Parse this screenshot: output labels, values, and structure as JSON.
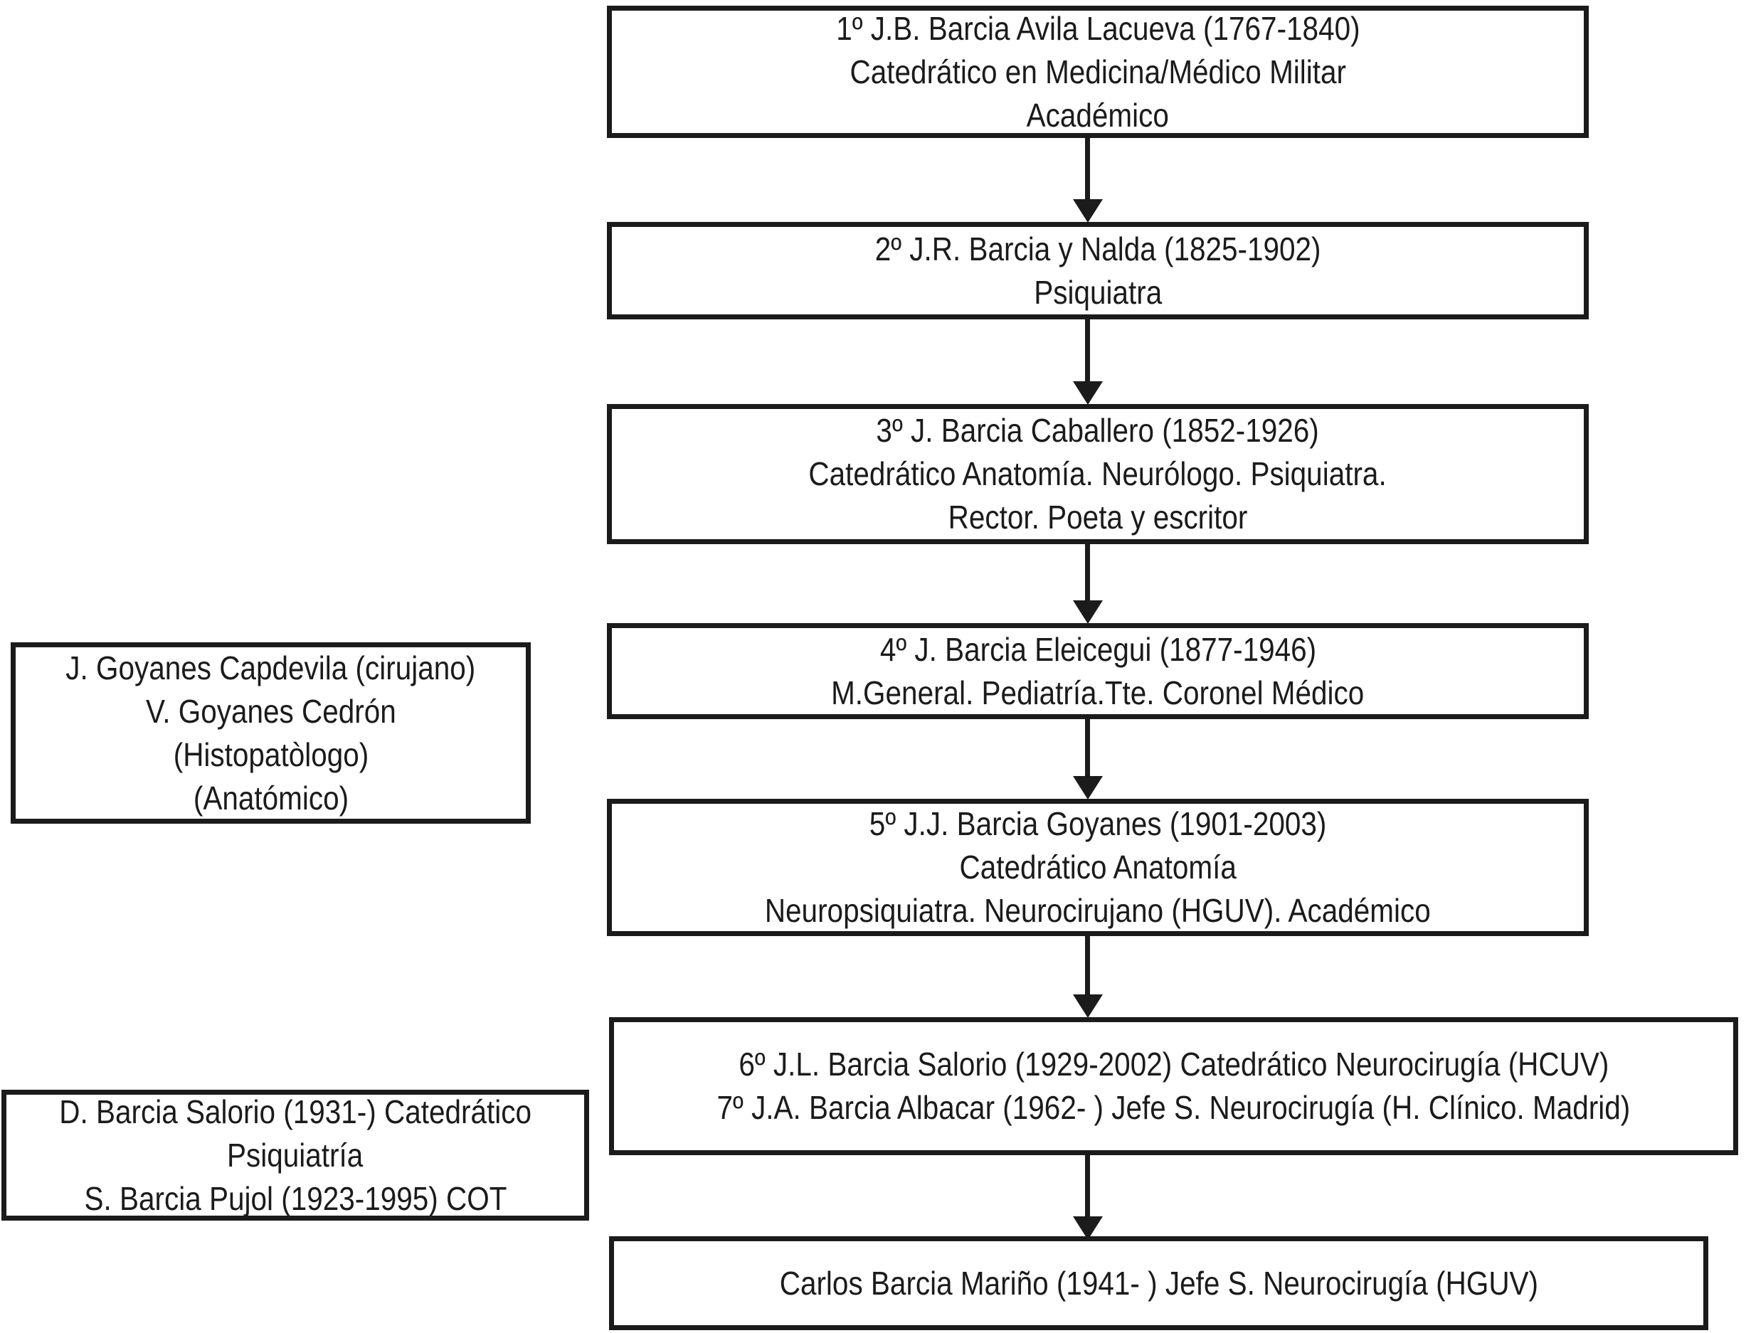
{
  "diagram": {
    "type": "flowchart-genealogy",
    "background_color": "#ffffff",
    "ink_color": "#1b1b1b",
    "main_boxes": [
      {
        "id": "generation-1",
        "lines": [
          "1º J.B. Barcia Avila Lacueva (1767-1840)",
          "Catedrático en Medicina/Médico Militar",
          "Académico"
        ]
      },
      {
        "id": "generation-2",
        "lines": [
          "2º J.R. Barcia y Nalda (1825-1902)",
          "Psiquiatra"
        ]
      },
      {
        "id": "generation-3",
        "lines": [
          "3º J. Barcia Caballero (1852-1926)",
          "Catedrático Anatomía. Neurólogo. Psiquiatra.",
          "Rector. Poeta y escritor"
        ]
      },
      {
        "id": "generation-4",
        "lines": [
          "4º J. Barcia Eleicegui (1877-1946)",
          "M.General. Pediatría.Tte. Coronel Médico"
        ]
      },
      {
        "id": "generation-5",
        "lines": [
          "5º J.J. Barcia Goyanes (1901-2003)",
          "Catedrático Anatomía",
          "Neuropsiquiatra. Neurocirujano (HGUV). Académico"
        ]
      },
      {
        "id": "generation-6-7",
        "lines": [
          "6º J.L. Barcia Salorio (1929-2002) Catedrático Neurocirugía (HCUV)",
          "7º J.A. Barcia Albacar (1962- ) Jefe S. Neurocirugía (H. Clínico. Madrid)"
        ]
      },
      {
        "id": "generation-8",
        "lines": [
          "Carlos Barcia Mariño (1941- ) Jefe S. Neurocirugía (HGUV)"
        ]
      }
    ],
    "side_boxes": [
      {
        "id": "goyanes-relatives",
        "lines": [
          "J. Goyanes Capdevila (cirujano)",
          "V. Goyanes Cedrón",
          "(Histopatòlogo)",
          "(Anatómico)"
        ]
      },
      {
        "id": "barcia-salorio-relatives",
        "lines": [
          "D. Barcia Salorio (1931-) Catedrático",
          "Psiquiatría",
          "S. Barcia Pujol (1923-1995) COT"
        ]
      }
    ]
  }
}
